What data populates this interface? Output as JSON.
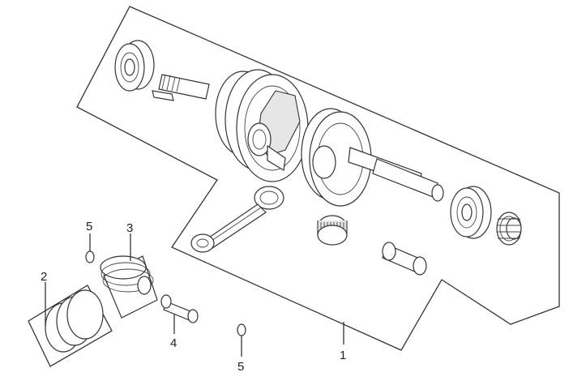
{
  "diagram": {
    "callouts": [
      {
        "id": "c1",
        "label": "1"
      },
      {
        "id": "c2",
        "label": "2"
      },
      {
        "id": "c3",
        "label": "3"
      },
      {
        "id": "c4",
        "label": "4"
      },
      {
        "id": "c5a",
        "label": "5"
      },
      {
        "id": "c5b",
        "label": "5"
      }
    ]
  }
}
